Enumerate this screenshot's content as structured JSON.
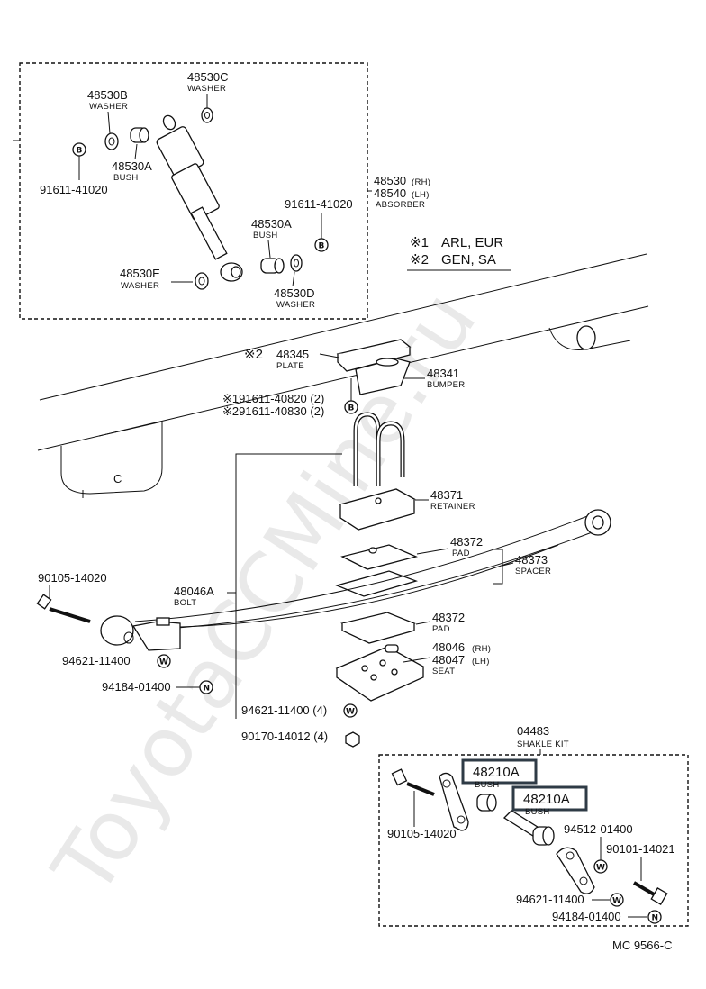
{
  "watermark": "ToyotaCCMine.ru",
  "absorber_group": {
    "washer_c": {
      "number": "48530C",
      "name": "WASHER"
    },
    "washer_b": {
      "number": "48530B",
      "name": "WASHER"
    },
    "bush_a_top": {
      "number": "48530A",
      "name": "BUSH"
    },
    "bolt_left": {
      "number": "91611-41020",
      "symbol": "B"
    },
    "absorber": {
      "number_rh": "48530",
      "suffix_rh": "(RH)",
      "number_lh": "48540",
      "suffix_lh": "(LH)",
      "name": "ABSORBER"
    },
    "bolt_right": {
      "number": "91611-41020",
      "symbol": "B"
    },
    "bush_a_bottom": {
      "number": "48530A",
      "name": "BUSH"
    },
    "washer_e": {
      "number": "48530E",
      "name": "WASHER"
    },
    "washer_d": {
      "number": "48530D",
      "name": "WASHER"
    }
  },
  "legend": {
    "item1": {
      "mark": "※1",
      "text": "ARL, EUR"
    },
    "item2": {
      "mark": "※2",
      "text": "GEN, SA"
    }
  },
  "plate": {
    "mark": "※2",
    "number": "48345",
    "name": "PLATE"
  },
  "bumper": {
    "number": "48341",
    "name": "BUMPER"
  },
  "bolt_notes": {
    "line1": "※191611-40820 (2)",
    "line2": "※291611-40830 (2)",
    "symbol": "B"
  },
  "retainer": {
    "number": "48371",
    "name": "RETAINER"
  },
  "pad_upper": {
    "number": "48372",
    "name": "PAD"
  },
  "spacer": {
    "number": "48373",
    "name": "SPACER"
  },
  "pad_lower": {
    "number": "48372",
    "name": "PAD"
  },
  "seat": {
    "number_rh": "48046",
    "suffix_rh": "(RH)",
    "number_lh": "48047",
    "suffix_lh": "(LH)",
    "name": "SEAT"
  },
  "front_bolt": {
    "number": "90105-14020"
  },
  "bolt_a": {
    "number": "48046A",
    "name": "BOLT"
  },
  "washer_left": {
    "number": "94621-11400",
    "symbol": "W"
  },
  "nut_left": {
    "number": "94184-01400",
    "symbol": "N"
  },
  "washer_4": {
    "number": "94621-11400 (4)",
    "symbol": "W"
  },
  "nut_4": {
    "number": "90170-14012 (4)"
  },
  "shackle_kit": {
    "number": "04483",
    "name": "SHAKLE KIT",
    "bush1": {
      "number": "48210A",
      "name": "BUSH"
    },
    "bush2": {
      "number": "48210A",
      "name": "BUSH"
    },
    "bolt": {
      "number": "90105-14020"
    },
    "washer_94512": {
      "number": "94512-01400",
      "symbol": "W"
    },
    "bolt_90101": {
      "number": "90101-14021"
    },
    "washer_94621": {
      "number": "94621-11400",
      "symbol": "W"
    },
    "nut_94184": {
      "number": "94184-01400",
      "symbol": "N"
    }
  },
  "footer": {
    "code": "MC  9566-C"
  }
}
